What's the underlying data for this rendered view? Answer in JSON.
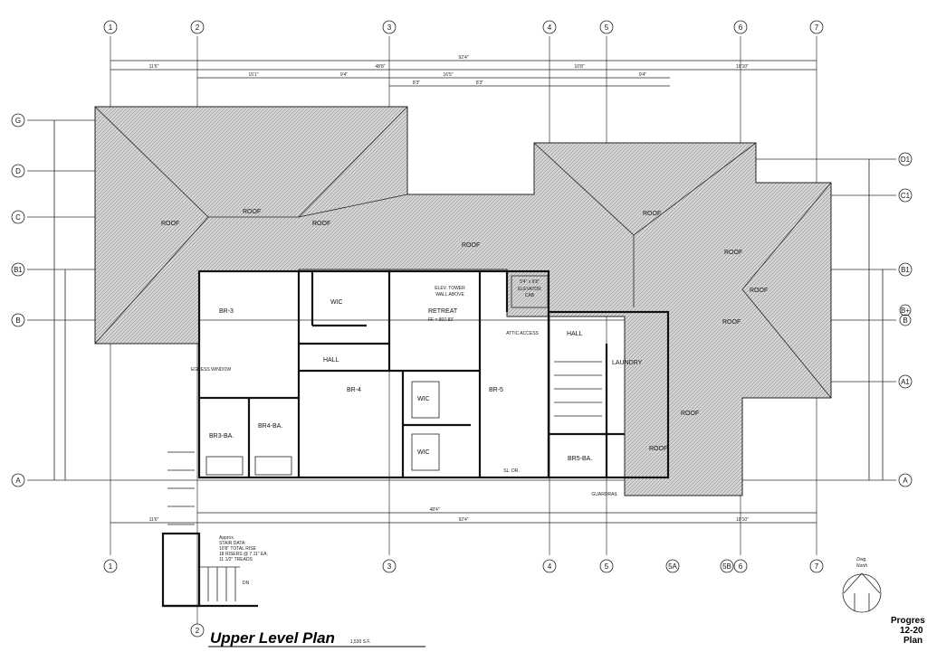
{
  "title": {
    "main": "Upper Level Plan",
    "area": "1,530 S.F."
  },
  "stamp": {
    "line1": "Progres",
    "line2": "12-20",
    "line3": "Plan"
  },
  "north": {
    "label1": "Dwg.",
    "label2": "North"
  },
  "grid_top": [
    "1",
    "2",
    "3",
    "4",
    "5",
    "6",
    "7"
  ],
  "grid_bottom": [
    "1",
    "3",
    "4",
    "5",
    "5A",
    "5B",
    "6",
    "7",
    "2"
  ],
  "grid_left": [
    "G",
    "D",
    "C",
    "B1",
    "B",
    "A"
  ],
  "grid_right": [
    "D1",
    "C1",
    "B1",
    "B+",
    "B",
    "A1",
    "A"
  ],
  "dims_top": [
    "92'4\"",
    "11'6\"",
    "48'8\"",
    "15'1\"",
    "9'4\"",
    "16'5\"",
    "8'3\"",
    "8'3\"",
    "10'8\"",
    "9'4\"",
    "18'10\""
  ],
  "dims_bottom": [
    "92'4\"",
    "48'4\"",
    "18'10\"",
    "11'6\""
  ],
  "rooms": {
    "br3": "BR-3",
    "wic1": "WIC",
    "retreat": "RETREAT",
    "retreat_ff": "FF = 807.83'",
    "elev_note1": "ELEV. TOWER",
    "elev_note2": "WALL ABOVE",
    "elevator1": "5'4\" x 6'8\"",
    "elevator2": "ELEVATOR",
    "elevator3": "CAB",
    "hall1": "HALL",
    "hall2": "HALL",
    "laundry": "LAUNDRY",
    "br4": "BR-4",
    "wic2": "WIC",
    "wic3": "WIC",
    "br5": "BR-5",
    "br4ba": "BR4-BA.",
    "br3ba": "BR3-BA.",
    "br5ba": "BR5-BA.",
    "attic": "ATTIC ACCESS",
    "egress": "EGRESS WINDOW",
    "sldr": "SL. DR.",
    "guardrail": "GUARDRAIL"
  },
  "roof_labels": [
    "ROOF",
    "ROOF",
    "ROOF",
    "ROOF",
    "ROOF",
    "ROOF",
    "ROOF",
    "ROOF",
    "ROOF",
    "ROOF"
  ],
  "stair_note": [
    "Approx.",
    "STAIR DATA:",
    "10'8\" TOTAL RISE",
    "18 RISERS @ 7.11\" EA.",
    "11 1/2\" TREADS"
  ],
  "dn": "DN"
}
